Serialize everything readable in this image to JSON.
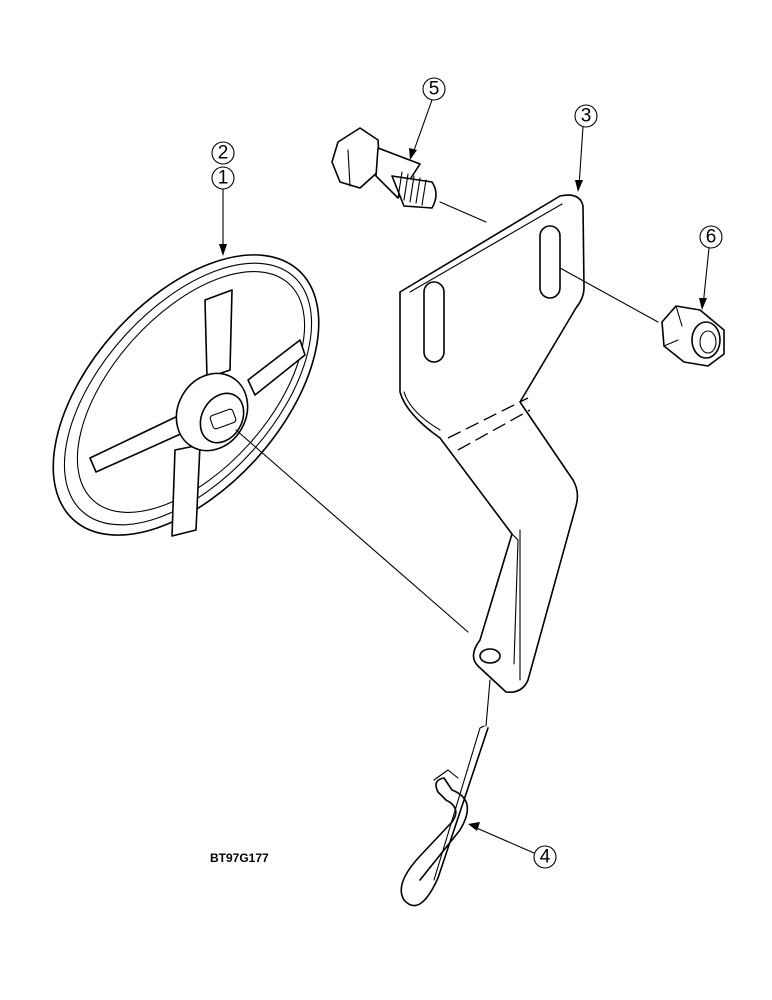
{
  "figure_id": "BT97G177",
  "callouts": {
    "c1": "1",
    "c2": "2",
    "c3": "3",
    "c4": "4",
    "c5": "5",
    "c6": "6"
  }
}
